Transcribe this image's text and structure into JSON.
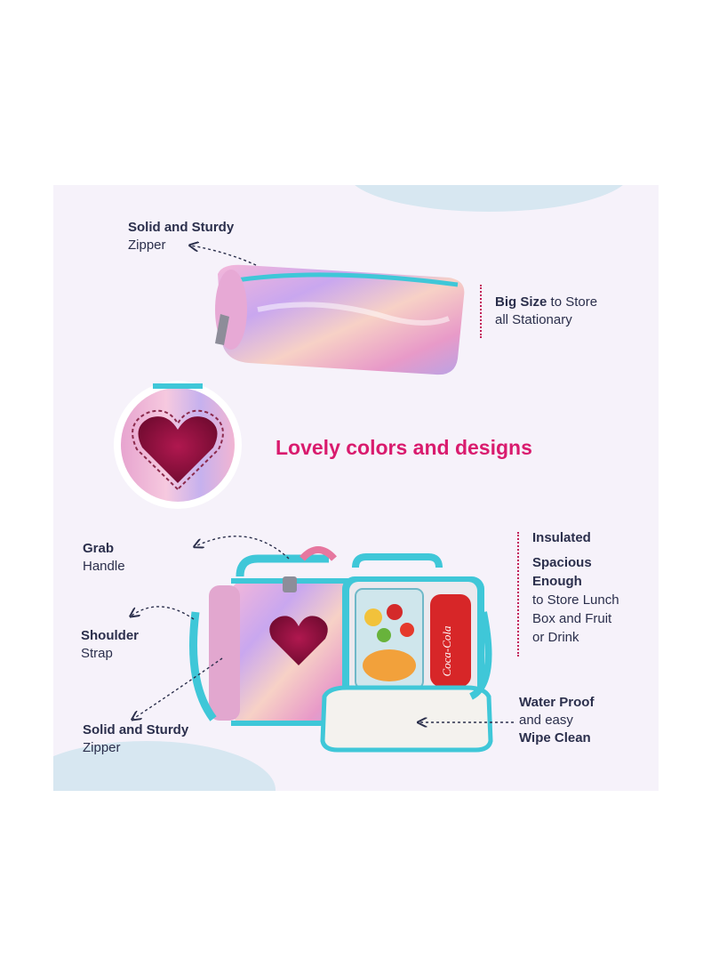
{
  "zipper_top": {
    "bold": "Solid and Sturdy",
    "normal": "Zipper"
  },
  "big_size": {
    "bold": "Big Size",
    "normal_1": "to Store",
    "normal_2": "all Stationary"
  },
  "headline": "Lovely colors and designs",
  "grab": {
    "bold": "Grab",
    "normal": "Handle"
  },
  "shoulder": {
    "bold": "Shoulder",
    "normal": "Strap"
  },
  "zipper_bottom": {
    "bold": "Solid and Sturdy",
    "normal": "Zipper"
  },
  "insulated": {
    "line1": "Insulated",
    "line2": "Spacious",
    "line3": "Enough",
    "line4": "to Store Lunch",
    "line5": "Box and Fruit",
    "line6": "or Drink"
  },
  "waterproof": {
    "bold_1": "Water Proof",
    "normal": "and easy",
    "bold_2": "Wipe Clean"
  },
  "can_text": "Coca-Cola",
  "colors": {
    "accent_pink": "#d91b6e",
    "text_navy": "#2b2f4c",
    "teal_trim": "#3fc7d8",
    "background": "#f6f2fa"
  }
}
